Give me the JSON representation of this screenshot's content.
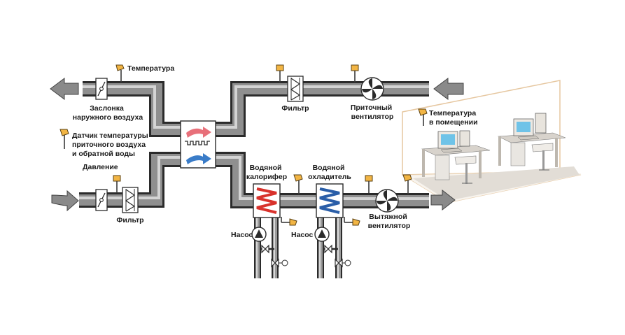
{
  "labels": {
    "temperature_top": "Температура",
    "outdoor_damper": [
      "Заслонка",
      "наружного воздуха"
    ],
    "supply_sensor": [
      "Датчик температуры",
      "приточного воздуха",
      "и обратной воды"
    ],
    "pressure": "Давление",
    "filter_bottom": "Фильтр",
    "filter_top": "Фильтр",
    "supply_fan": [
      "Приточный",
      "вентилятор"
    ],
    "room_temperature": [
      "Температура",
      "в помещении"
    ],
    "water_heater": [
      "Водяной",
      "калорифер"
    ],
    "water_cooler": [
      "Водяной",
      "охладитель"
    ],
    "exhaust_fan": [
      "Вытяжной",
      "вентилятор"
    ],
    "pump_1": "Насос",
    "pump_2": "Насос"
  },
  "colors": {
    "heat_arrow": "#e8707a",
    "cool_arrow": "#3a7cc8",
    "heater_coil": "#d8322c",
    "cooler_coil": "#2a5ea8",
    "sensor": "#f2b544",
    "pipe_dark": "#2b2b2b",
    "pipe_mid": "#8f8f8f",
    "screen": "#6fc3e8"
  },
  "icons": [
    "damper-icon",
    "filter-icon",
    "fan-icon",
    "pump-icon",
    "valve-icon",
    "sensor-icon",
    "heat-exchanger-icon",
    "computer-icon"
  ]
}
